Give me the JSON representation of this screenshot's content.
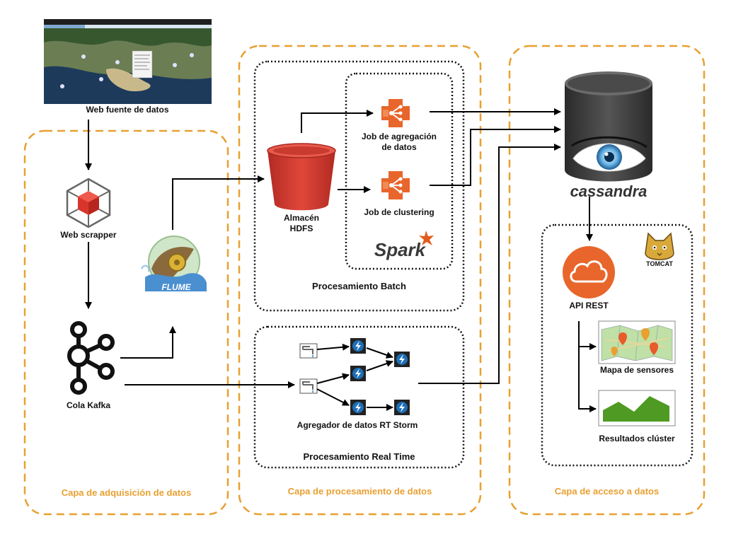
{
  "layers": {
    "acquisition": "Capa de adquisición de datos",
    "processing": "Capa de procesamiento de datos",
    "access": "Capa de acceso a datos"
  },
  "boxes": {
    "batch": "Procesamiento Batch",
    "realtime": "Procesamiento Real Time"
  },
  "nodes": {
    "web_source": "Web fuente de datos",
    "web_scrapper": "Web scrapper",
    "kafka": "Cola Kafka",
    "flume_logo": "FLUME",
    "hdfs_line1": "Almacén",
    "hdfs_line2": "HDFS",
    "job_aggregation_line1": "Job de agregación",
    "job_aggregation_line2": "de datos",
    "job_clustering": "Job de clustering",
    "spark_logo": "Spark",
    "storm": "Agregador de datos RT Storm",
    "cassandra": "cassandra",
    "api_rest": "API REST",
    "tomcat": "TOMCAT",
    "sensor_map": "Mapa de sensores",
    "cluster_results": "Resultados clúster"
  },
  "colors": {
    "layer_border": "#e8a031",
    "aws_orange": "#e8662b",
    "hdfs_red": "#d63b2f",
    "cassandra_gray": "#3a3a3a",
    "arrow": "#000000"
  },
  "icons": {
    "web_scrapper": "cube-icon",
    "kafka": "kafka-icon",
    "flume": "flume-logo",
    "hdfs": "bucket-icon",
    "spark_job": "emr-job-icon",
    "storm": "storm-bolt-icon",
    "storm_spout": "faucet-icon",
    "cassandra": "cassandra-eye-icon",
    "api": "cloud-icon",
    "tomcat": "tomcat-cat-icon",
    "map": "map-pins-icon",
    "chart": "area-chart-icon"
  }
}
